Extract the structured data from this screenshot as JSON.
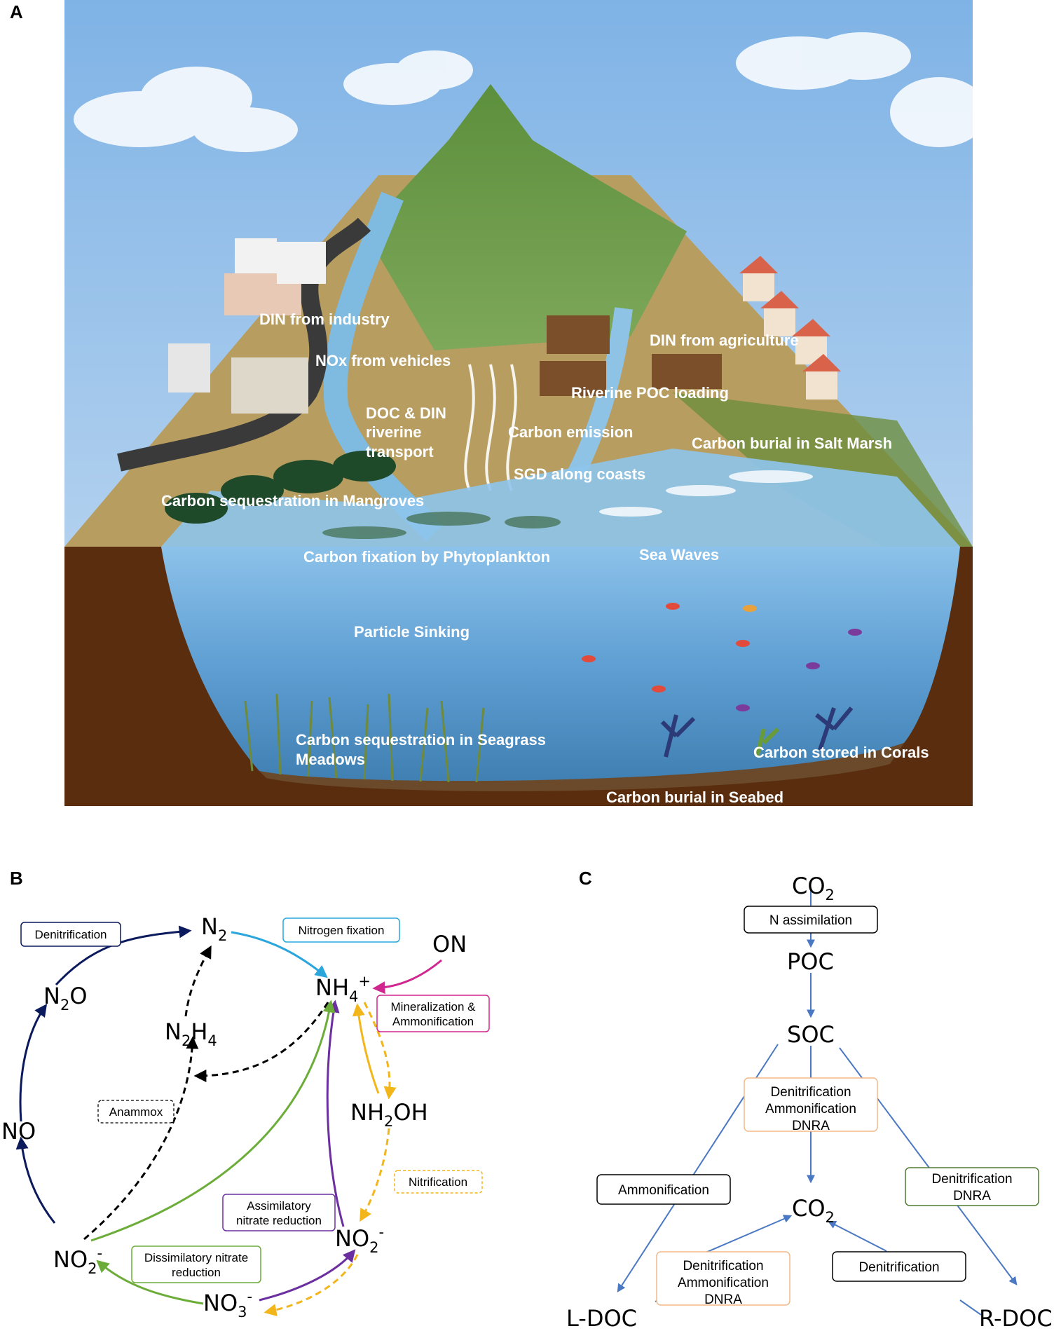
{
  "panels": {
    "a": "A",
    "b": "B",
    "c": "C"
  },
  "colors": {
    "navy": "#0b1a5c",
    "cyan": "#2aa6dd",
    "magenta": "#d0268f",
    "orange": "#f2b61b",
    "purple": "#6b2fa0",
    "green": "#6cad3a",
    "black": "#000000",
    "blue_c": "#4a78c2"
  },
  "scene_labels": {
    "din_industry": "DIN from industry",
    "nox_vehicles": "NOx from vehicles",
    "doc_din_1": "DOC & DIN",
    "doc_din_2": "riverine",
    "doc_din_3": "transport",
    "carbon_emission": "Carbon emission",
    "sgd": "SGD along coasts",
    "din_agriculture": "DIN from agriculture",
    "riverine_poc": "Riverine POC loading",
    "salt_marsh": "Carbon burial in Salt Marsh",
    "mangroves": "Carbon sequestration in Mangroves",
    "phytoplankton": "Carbon fixation by Phytoplankton",
    "sea_waves": "Sea Waves",
    "particle_sinking": "Particle Sinking",
    "seagrass_1": "Carbon sequestration in Seagrass",
    "seagrass_2": "Meadows",
    "corals": "Carbon stored in Corals",
    "seabed": "Carbon burial in Seabed"
  },
  "species_b": {
    "n2_main": "N",
    "n2_sub": "2",
    "n2o_a": "N",
    "n2o_sub": "2",
    "n2o_b": "O",
    "n2h4_a": "N",
    "n2h4_sub1": "2",
    "n2h4_b": "H",
    "n2h4_sub2": "4",
    "no": "NO",
    "nh4_main": "NH",
    "nh4_sub": "4",
    "nh4_sup": "+",
    "on": "ON",
    "nh2oh_a": "NH",
    "nh2oh_sub": "2",
    "nh2oh_b": "OH",
    "no2l_main": "NO",
    "no2l_sub": "2",
    "no2l_sup": "-",
    "no2r_main": "NO",
    "no2r_sub": "2",
    "no2r_sup": "-",
    "no3_main": "NO",
    "no3_sub": "3",
    "no3_sup": "-"
  },
  "process_b": {
    "denitrification": "Denitrification",
    "nitrogen_fixation": "Nitrogen fixation",
    "mineralization_1": "Mineralization &",
    "mineralization_2": "Ammonification",
    "anammox": "Anammox",
    "nitrification": "Nitrification",
    "assim_1": "Assimilatory",
    "assim_2": "nitrate reduction",
    "dissim_1": "Dissimilatory nitrate",
    "dissim_2": "reduction"
  },
  "species_c": {
    "co2_top_main": "CO",
    "co2_top_sub": "2",
    "poc": "POC",
    "soc": "SOC",
    "co2_mid_main": "CO",
    "co2_mid_sub": "2",
    "ldoc": "L-DOC",
    "rdoc": "R-DOC"
  },
  "process_c": {
    "n_assim": "N assimilation",
    "mid_1": "Denitrification",
    "mid_2": "Ammonification",
    "mid_3": "DNRA",
    "ammonification": "Ammonification",
    "right_1": "Denitrification",
    "right_2": "DNRA",
    "bl_1": "Denitrification",
    "bl_2": "Ammonification",
    "bl_3": "DNRA",
    "denitrification": "Denitrification"
  }
}
